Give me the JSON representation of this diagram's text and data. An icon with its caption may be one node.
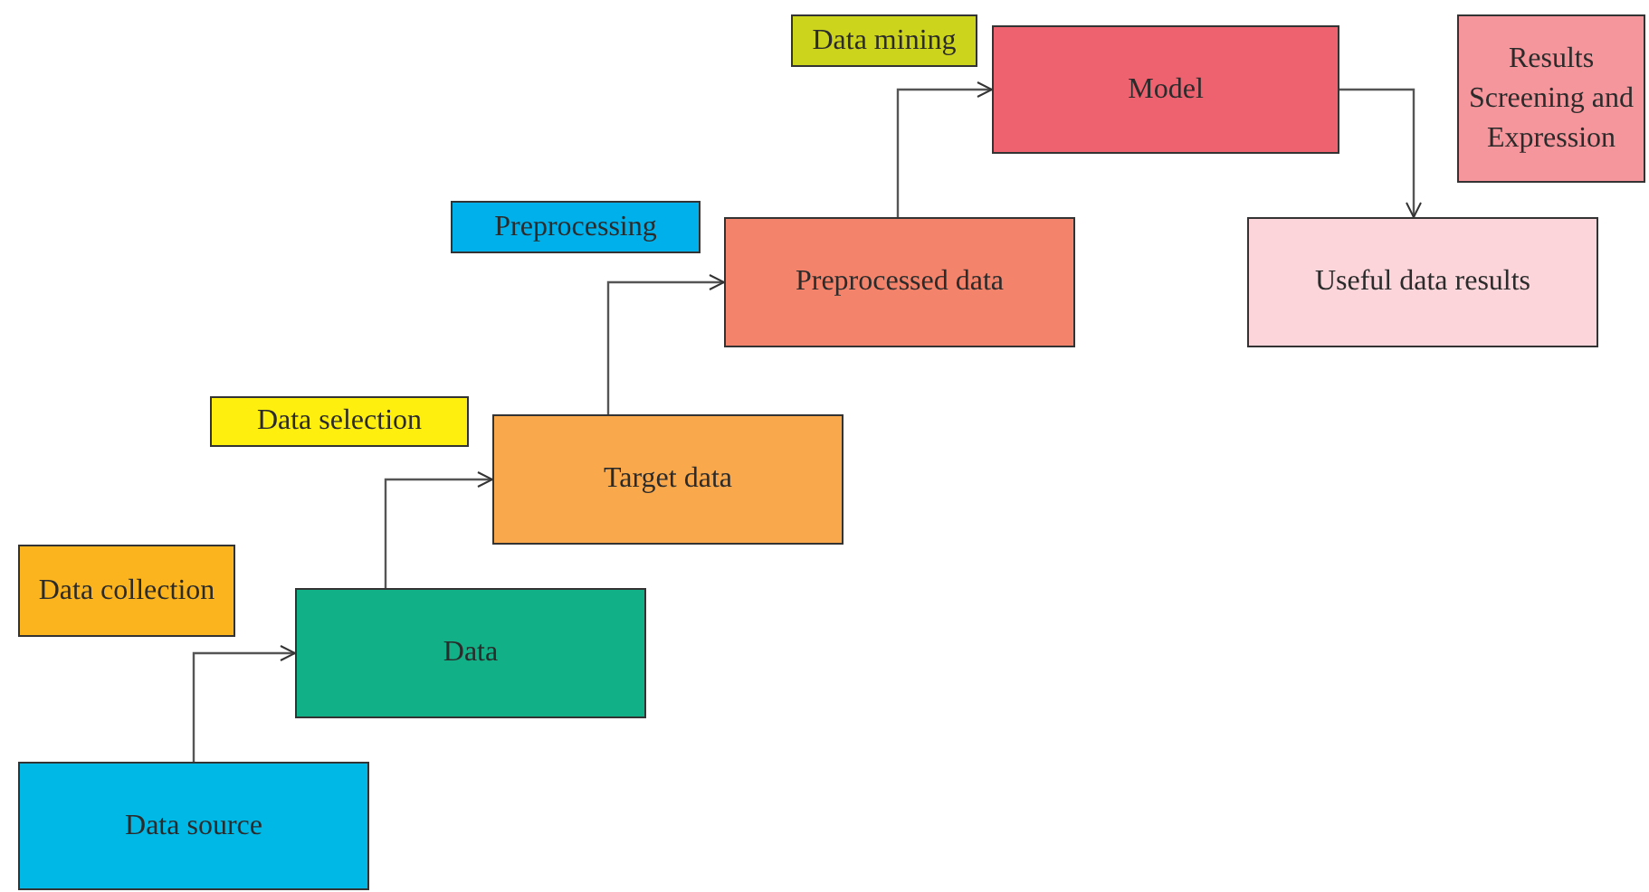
{
  "diagram": {
    "nodes": [
      {
        "text": [
          "Data source"
        ]
      },
      {
        "text": [
          "Data collection"
        ]
      },
      {
        "text": [
          "Data"
        ]
      },
      {
        "text": [
          "Data selection"
        ]
      },
      {
        "text": [
          "Target data"
        ]
      },
      {
        "text": [
          "Preprocessing"
        ]
      },
      {
        "text": [
          "Preprocessed data"
        ]
      },
      {
        "text": [
          "Data mining"
        ]
      },
      {
        "text": [
          "Model"
        ]
      },
      {
        "text": [
          "Results Screening and Expression"
        ]
      },
      {
        "text": [
          "Useful data results"
        ]
      }
    ],
    "edges": [
      {
        "from": 0,
        "to": 2,
        "arrow": "to"
      },
      {
        "from": 2,
        "to": 4,
        "arrow": "to"
      },
      {
        "from": 4,
        "to": 6,
        "arrow": "to"
      },
      {
        "from": 6,
        "to": 8,
        "arrow": "to"
      },
      {
        "from": 8,
        "to": 10,
        "arrow": "to"
      }
    ]
  }
}
